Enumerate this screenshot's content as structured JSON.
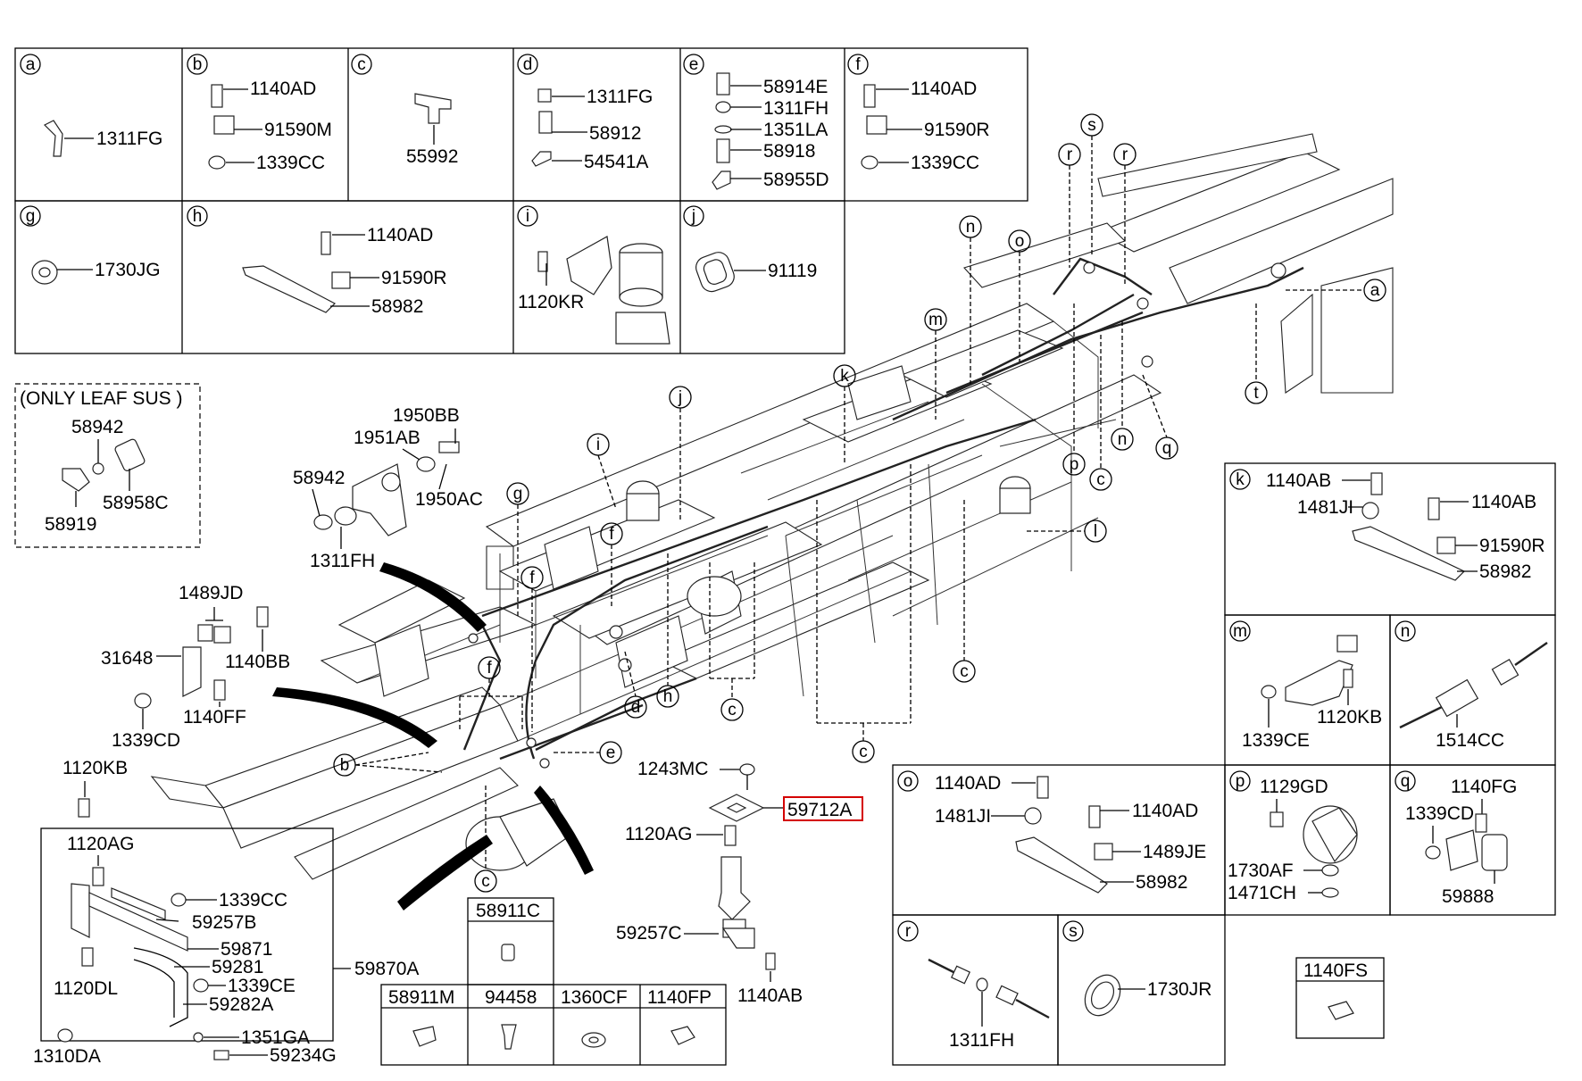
{
  "boxes": {
    "a": {
      "letter": "a",
      "parts": [
        "1311FG"
      ]
    },
    "b": {
      "letter": "b",
      "parts": [
        "1140AD",
        "91590M",
        "1339CC"
      ]
    },
    "c": {
      "letter": "c",
      "parts": [
        "55992"
      ]
    },
    "d": {
      "letter": "d",
      "parts": [
        "1311FG",
        "58912",
        "54541A"
      ]
    },
    "e": {
      "letter": "e",
      "parts": [
        "58914E",
        "1311FH",
        "1351LA",
        "58918",
        "58955D"
      ]
    },
    "f": {
      "letter": "f",
      "parts": [
        "1140AD",
        "91590R",
        "1339CC"
      ]
    },
    "g": {
      "letter": "g",
      "parts": [
        "1730JG"
      ]
    },
    "h": {
      "letter": "h",
      "parts": [
        "1140AD",
        "91590R",
        "58982"
      ]
    },
    "i": {
      "letter": "i",
      "parts": [
        "1120KR"
      ]
    },
    "j": {
      "letter": "j",
      "parts": [
        "91119"
      ]
    },
    "k": {
      "letter": "k",
      "parts": [
        "1140AB",
        "1481JI",
        "1140AB",
        "91590R",
        "58982"
      ]
    },
    "m": {
      "letter": "m",
      "parts": [
        "1339CE",
        "1120KB"
      ]
    },
    "n": {
      "letter": "n",
      "parts": [
        "1514CC"
      ]
    },
    "o": {
      "letter": "o",
      "parts": [
        "1140AD",
        "1481JI",
        "1140AD",
        "1489JE",
        "58982"
      ]
    },
    "p": {
      "letter": "p",
      "parts": [
        "1129GD",
        "1730AF",
        "1471CH"
      ]
    },
    "q": {
      "letter": "q",
      "parts": [
        "1140FG",
        "1339CD",
        "59888"
      ]
    },
    "r": {
      "letter": "r",
      "parts": [
        "1311FH"
      ]
    },
    "s": {
      "letter": "s",
      "parts": [
        "1730JR"
      ]
    }
  },
  "leaf_sus": {
    "title": "(ONLY LEAF SUS )",
    "parts": [
      "58942",
      "58958C",
      "58919"
    ]
  },
  "left_labels": [
    "1950BB",
    "1951AB",
    "58942",
    "1950AC",
    "1311FH",
    "1489JD",
    "31648",
    "1140BB",
    "1140FF",
    "1339CD",
    "1120KB"
  ],
  "assembly_59870A": {
    "label": "59870A",
    "parts": [
      "1120AG",
      "1339CC",
      "59257B",
      "59871",
      "59281",
      "1120DL",
      "1339CE",
      "59282A",
      "1351GA",
      "1310DA",
      "59234G"
    ]
  },
  "center_labels": [
    "1243MC",
    "59712A",
    "1120AG",
    "59257C",
    "1140AB"
  ],
  "small_table": {
    "top": "58911C",
    "cols": [
      "58911M",
      "94458",
      "1360CF",
      "1140FP"
    ]
  },
  "box_1140FS": {
    "label": "1140FS"
  },
  "callouts": {
    "a": "a",
    "b": "b",
    "c": "c",
    "d": "d",
    "e": "e",
    "f": "f",
    "g": "g",
    "h": "h",
    "i": "i",
    "j": "j",
    "k": "k",
    "l": "l",
    "m": "m",
    "n": "n",
    "o": "o",
    "p": "p",
    "q": "q",
    "r": "r",
    "s": "s",
    "t": "t"
  },
  "highlight": {
    "part": "59712A",
    "color": "#d40000"
  }
}
